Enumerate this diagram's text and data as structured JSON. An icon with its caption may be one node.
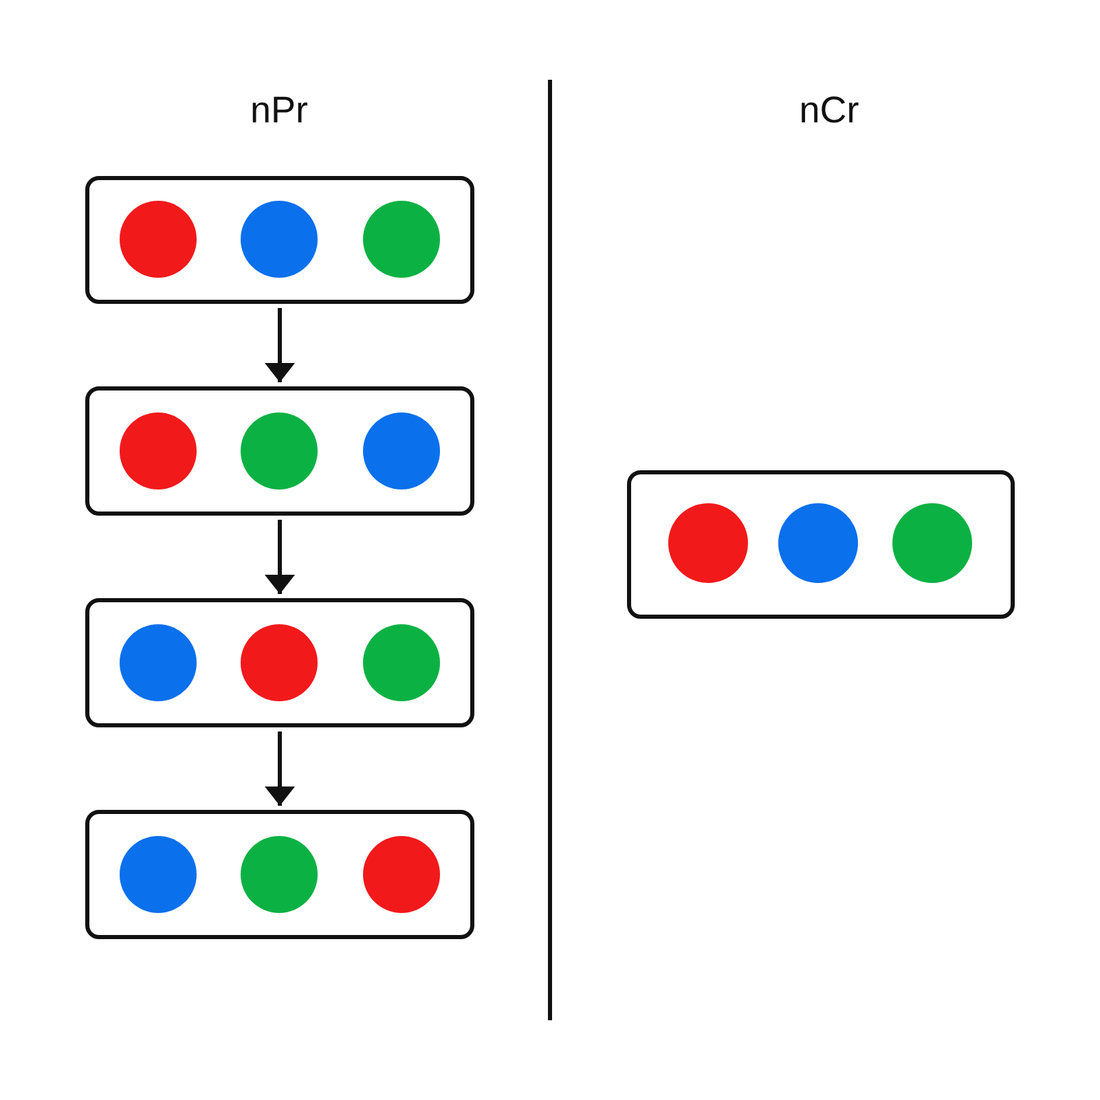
{
  "diagram": {
    "nodes": [
      {
        "text": [],
        "shape": "box"
      },
      {
        "text": [],
        "shape": "circle",
        "in": 0
      },
      {
        "text": [],
        "shape": "circle",
        "in": 0
      },
      {
        "text": [],
        "shape": "circle",
        "in": 0
      },
      {
        "text": [],
        "shape": "box"
      },
      {
        "text": [],
        "shape": "circle",
        "in": 4
      },
      {
        "text": [],
        "shape": "circle",
        "in": 4
      },
      {
        "text": [],
        "shape": "circle",
        "in": 4
      },
      {
        "text": [],
        "shape": "box"
      },
      {
        "text": [],
        "shape": "circle",
        "in": 8
      },
      {
        "text": [],
        "shape": "circle",
        "in": 8
      },
      {
        "text": [],
        "shape": "circle",
        "in": 8
      },
      {
        "text": [],
        "shape": "box"
      },
      {
        "text": [],
        "shape": "circle",
        "in": 12
      },
      {
        "text": [],
        "shape": "circle",
        "in": 12
      },
      {
        "text": [],
        "shape": "circle",
        "in": 12
      },
      {
        "text": [],
        "shape": "box"
      },
      {
        "text": [],
        "shape": "circle",
        "in": 16
      },
      {
        "text": [],
        "shape": "circle",
        "in": 16
      },
      {
        "text": [],
        "shape": "circle",
        "in": 16
      }
    ],
    "edges": [
      {
        "from": 0,
        "to": 4,
        "arrow": "to"
      },
      {
        "from": 4,
        "to": 8,
        "arrow": "to"
      },
      {
        "from": 8,
        "to": 12,
        "arrow": "to"
      }
    ],
    "labels": [
      "nPr",
      "nCr"
    ]
  }
}
